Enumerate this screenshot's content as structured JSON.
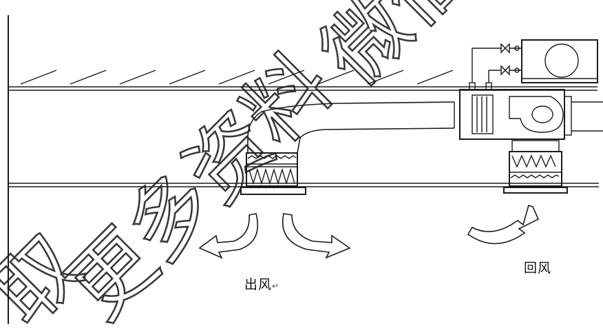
{
  "labels": {
    "supply_air": "出风",
    "supply_air_mark": "↵",
    "return_air": "回风"
  },
  "watermark": {
    "text_main": "更多资料",
    "text_left": "取",
    "text_top": "微信"
  },
  "colors": {
    "line": "#1a1a1a",
    "arrow_fill": "#ffffff",
    "background": "#ffffff"
  },
  "icons": {
    "valve": "valve-icon",
    "fan": "fan-icon",
    "filter": "zigzag-filter-icon",
    "air_arrow": "curved-arrow-icon"
  }
}
